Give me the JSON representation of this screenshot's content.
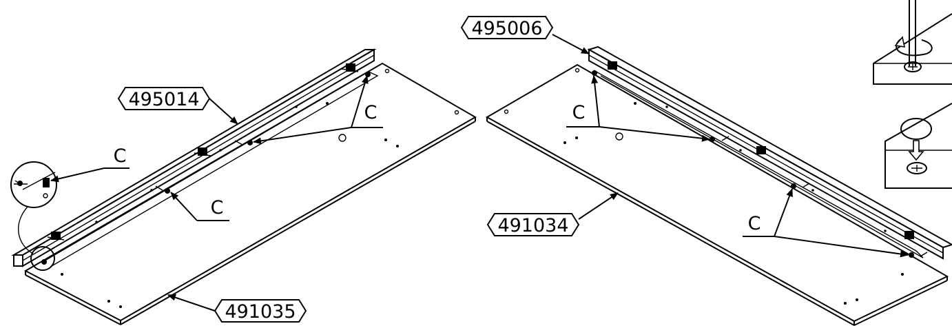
{
  "part_labels": {
    "rail_left": "495014",
    "rail_right": "495006",
    "panel_left": "491035",
    "panel_right": "491034"
  },
  "callouts": {
    "c1": "C",
    "c2": "C",
    "c3": "C",
    "c4": "C",
    "c5": "C"
  }
}
